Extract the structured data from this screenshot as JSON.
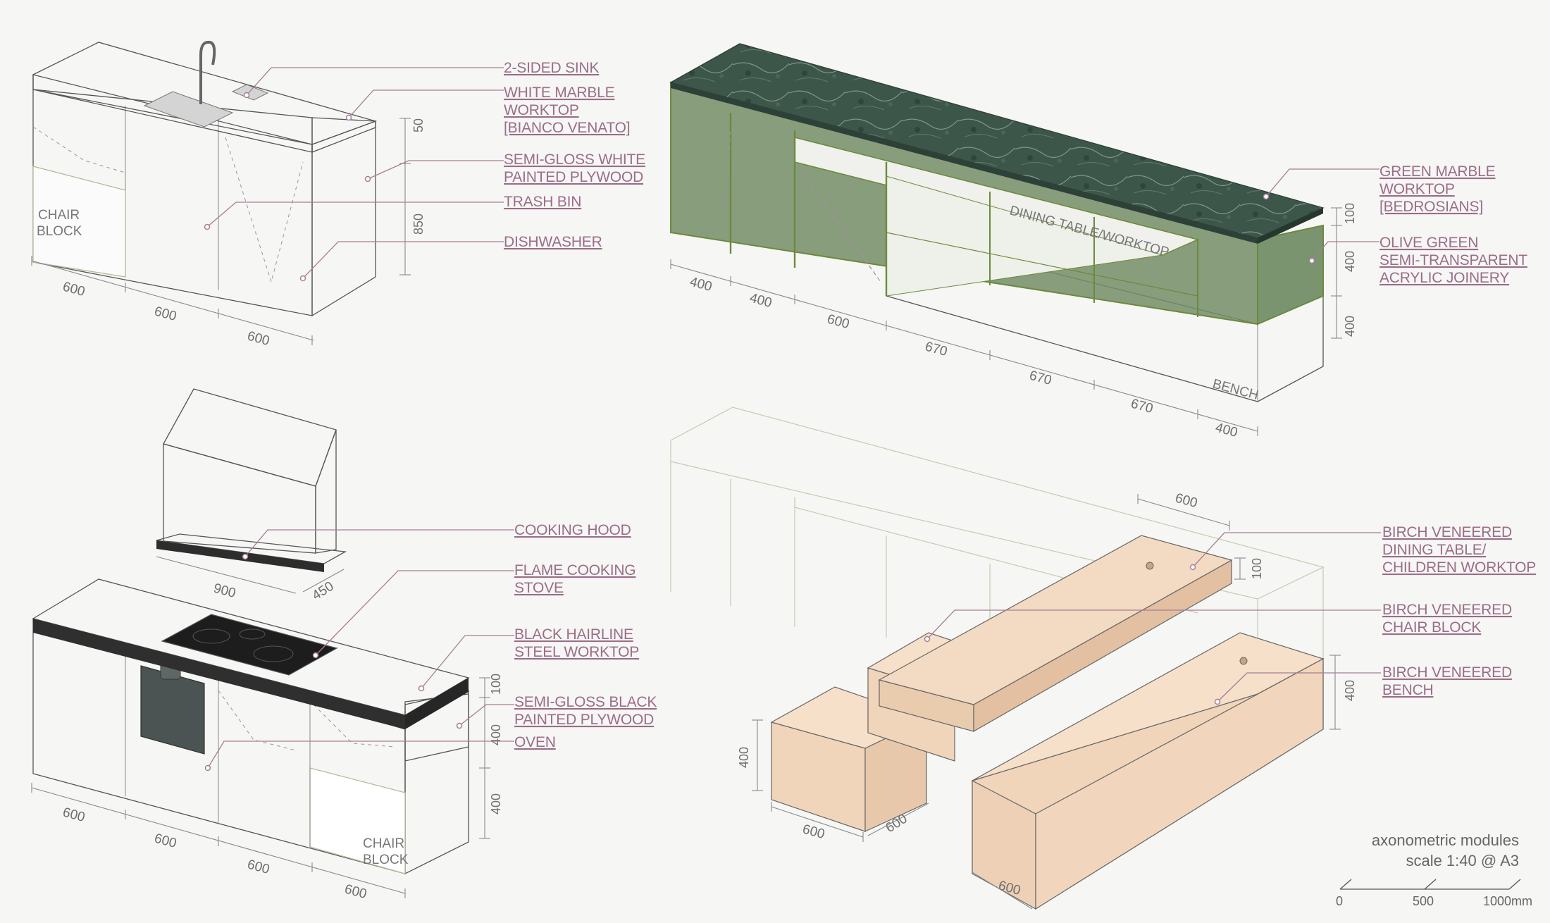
{
  "sink_module": {
    "labels": [
      "2-SIDED SINK",
      "WHITE MARBLE",
      "WORKTOP",
      "[BIANCO VENATO]",
      "SEMI-GLOSS WHITE",
      "PAINTED PLYWOOD",
      "TRASH BIN",
      "DISHWASHER"
    ],
    "chair_block": [
      "CHAIR",
      "BLOCK"
    ],
    "dims_h": [
      "600",
      "600",
      "600"
    ],
    "dims_v": [
      "50",
      "850"
    ]
  },
  "green_module": {
    "labels": [
      "GREEN MARBLE",
      "WORKTOP",
      "[BEDROSIANS]",
      "OLIVE GREEN",
      "SEMI-TRANSPARENT",
      "ACRYLIC JOINERY"
    ],
    "insert_label": "DINING TABLE/WORKTOP",
    "bench_label": "BENCH",
    "dims_h": [
      "400",
      "400",
      "600",
      "670",
      "670",
      "670",
      "400"
    ],
    "dims_v": [
      "100",
      "400",
      "400"
    ]
  },
  "stove_module": {
    "labels": [
      "COOKING HOOD",
      "FLAME COOKING",
      "STOVE",
      "BLACK HAIRLINE",
      "STEEL WORKTOP",
      "SEMI-GLOSS BLACK",
      "PAINTED PLYWOOD",
      "OVEN"
    ],
    "chair_block": [
      "CHAIR",
      "BLOCK"
    ],
    "hood_dims": [
      "900",
      "450"
    ],
    "dims_h": [
      "600",
      "600",
      "600",
      "600"
    ],
    "dims_v": [
      "100",
      "400",
      "400"
    ]
  },
  "birch_module": {
    "labels": [
      "BIRCH VENEERED",
      "DINING TABLE/",
      "CHILDREN WORKTOP",
      "BIRCH VENEERED",
      "CHAIR BLOCK",
      "BIRCH VENEERED",
      "BENCH"
    ],
    "dims": [
      "600",
      "100",
      "400",
      "400",
      "600",
      "600",
      "600"
    ]
  },
  "footer": {
    "title": "axonometric modules",
    "scale": "scale 1:40 @ A3",
    "bar": [
      "0",
      "500",
      "1000mm"
    ]
  },
  "colors": {
    "label": "#9a6d88",
    "green_marble": "#3b5449",
    "olive_acrylic": "#6f8a5e",
    "dark_grey": "#515a58",
    "black_worktop": "#3e3d3d",
    "birch": "#f1d6bd",
    "white_marble": "#ececec"
  }
}
